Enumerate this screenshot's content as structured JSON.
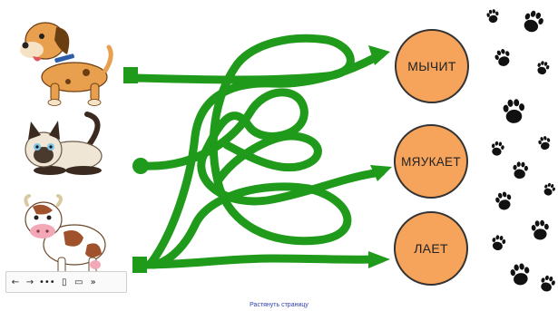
{
  "slide": {
    "answers": [
      {
        "label": "МЫЧИТ"
      },
      {
        "label": "МЯУКАЕТ"
      },
      {
        "label": "ЛАЕТ"
      }
    ],
    "animals": [
      "dog",
      "cat",
      "cow"
    ],
    "icons": {
      "animals": [
        "dog-icon",
        "cat-icon",
        "cow-icon"
      ],
      "paws": "paw-print-icon"
    }
  },
  "toolbar": {
    "prev": "←",
    "next": "→",
    "more": "•••",
    "notes": "▯",
    "screen": "▭",
    "extra": "»"
  },
  "footer": {
    "expand_link": "Растянуть страницу"
  },
  "colors": {
    "maze_green": "#1f9a1a",
    "answer_orange": "#f6a35b",
    "paw_black": "#111111",
    "dog_tan": "#e8a04f",
    "cat_cream": "#efe6d6",
    "cow_brown": "#a0522d"
  }
}
